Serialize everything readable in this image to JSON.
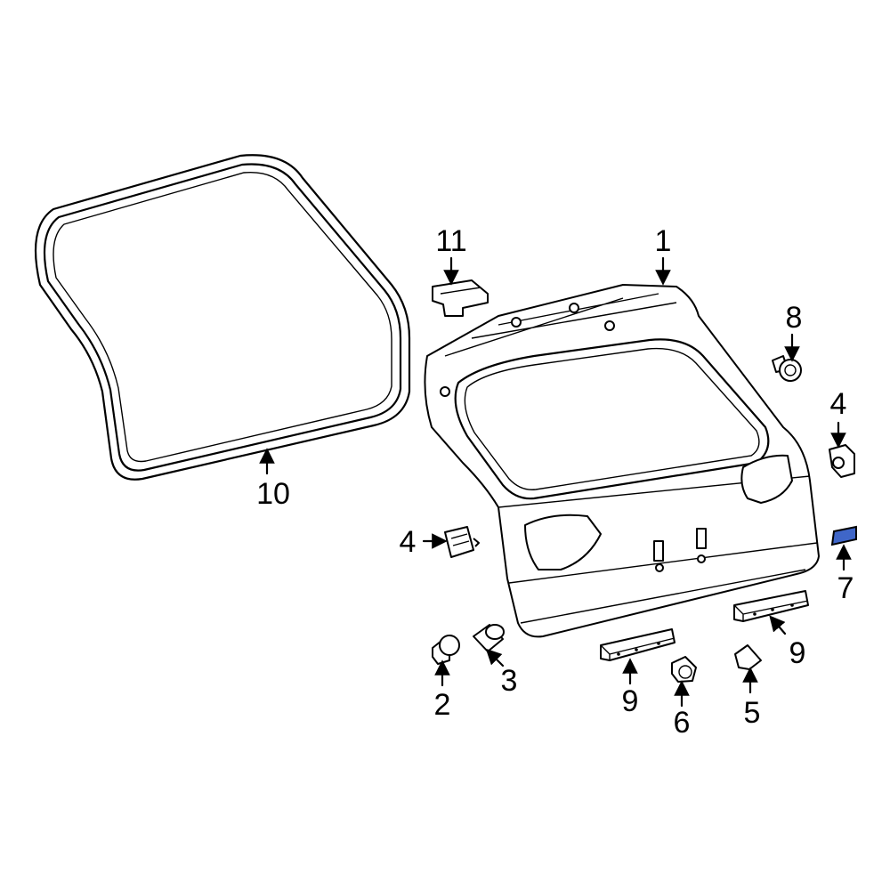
{
  "diagram": {
    "highlight_color": "#3f66c8",
    "callouts": [
      {
        "id": "1",
        "label": "1"
      },
      {
        "id": "2",
        "label": "2"
      },
      {
        "id": "3",
        "label": "3"
      },
      {
        "id": "4a",
        "label": "4"
      },
      {
        "id": "4b",
        "label": "4"
      },
      {
        "id": "5",
        "label": "5"
      },
      {
        "id": "6",
        "label": "6"
      },
      {
        "id": "7",
        "label": "7"
      },
      {
        "id": "8",
        "label": "8"
      },
      {
        "id": "9a",
        "label": "9"
      },
      {
        "id": "9b",
        "label": "9"
      },
      {
        "id": "10",
        "label": "10"
      },
      {
        "id": "11",
        "label": "11"
      }
    ]
  }
}
